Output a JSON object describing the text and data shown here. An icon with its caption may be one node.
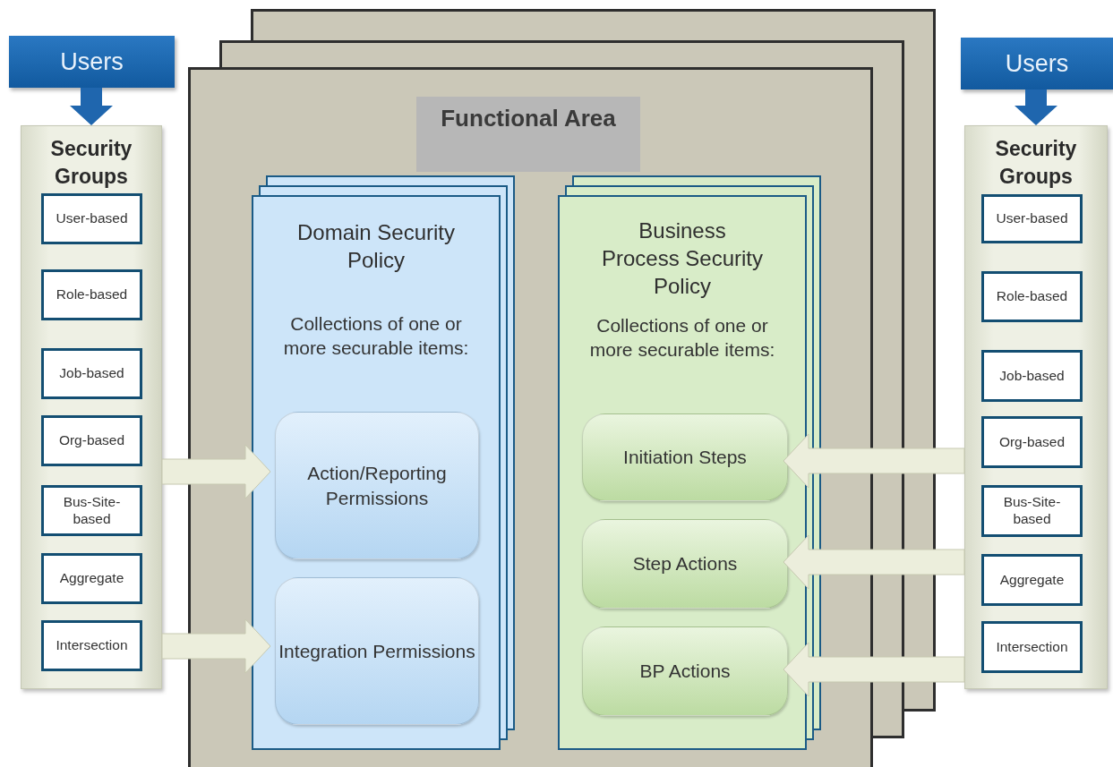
{
  "diagram": {
    "nodes": [
      {
        "text": [
          "Users"
        ]
      },
      {
        "text": [
          "Security Groups"
        ]
      },
      {
        "text": [
          "User-based"
        ],
        "in": 1
      },
      {
        "text": [
          "Role-based"
        ],
        "in": 1
      },
      {
        "text": [
          "Job-based"
        ],
        "in": 1
      },
      {
        "text": [
          "Org-based"
        ],
        "in": 1
      },
      {
        "text": [
          "Bus-Site-based"
        ],
        "in": 1
      },
      {
        "text": [
          "Aggregate"
        ],
        "in": 1
      },
      {
        "text": [
          "Intersection"
        ],
        "in": 1
      },
      {
        "text": [
          "Functional Area"
        ]
      },
      {
        "text": [
          "Domain Security Policy",
          "Collections of one or more securable items:"
        ],
        "in": 9
      },
      {
        "text": [
          "Action/Reporting Permissions"
        ],
        "in": 10
      },
      {
        "text": [
          "Integration Permissions"
        ],
        "in": 10
      },
      {
        "text": [
          "Business Process Security Policy",
          "Collections of one or more securable items:"
        ],
        "in": 9
      },
      {
        "text": [
          "Initiation Steps"
        ],
        "in": 13
      },
      {
        "text": [
          "Step Actions"
        ],
        "in": 13
      },
      {
        "text": [
          "BP Actions"
        ],
        "in": 13
      },
      {
        "text": [
          "Users"
        ]
      },
      {
        "text": [
          "Security Groups"
        ]
      },
      {
        "text": [
          "User-based"
        ],
        "in": 18
      },
      {
        "text": [
          "Role-based"
        ],
        "in": 18
      },
      {
        "text": [
          "Job-based"
        ],
        "in": 18
      },
      {
        "text": [
          "Org-based"
        ],
        "in": 18
      },
      {
        "text": [
          "Bus-Site-based"
        ],
        "in": 18
      },
      {
        "text": [
          "Aggregate"
        ],
        "in": 18
      },
      {
        "text": [
          "Intersection"
        ],
        "in": 18
      }
    ],
    "edges": [
      {
        "from": 0,
        "to": 1,
        "arrow": "to",
        "color": "#1f66ae"
      },
      {
        "from": 17,
        "to": 18,
        "arrow": "to",
        "color": "#1f66ae"
      },
      {
        "from": 1,
        "to": 11,
        "arrow": "to"
      },
      {
        "from": 1,
        "to": 12,
        "arrow": "to"
      },
      {
        "from": 18,
        "to": 14,
        "arrow": "to"
      },
      {
        "from": 18,
        "to": 15,
        "arrow": "to"
      },
      {
        "from": 18,
        "to": 16,
        "arrow": "to"
      }
    ]
  }
}
